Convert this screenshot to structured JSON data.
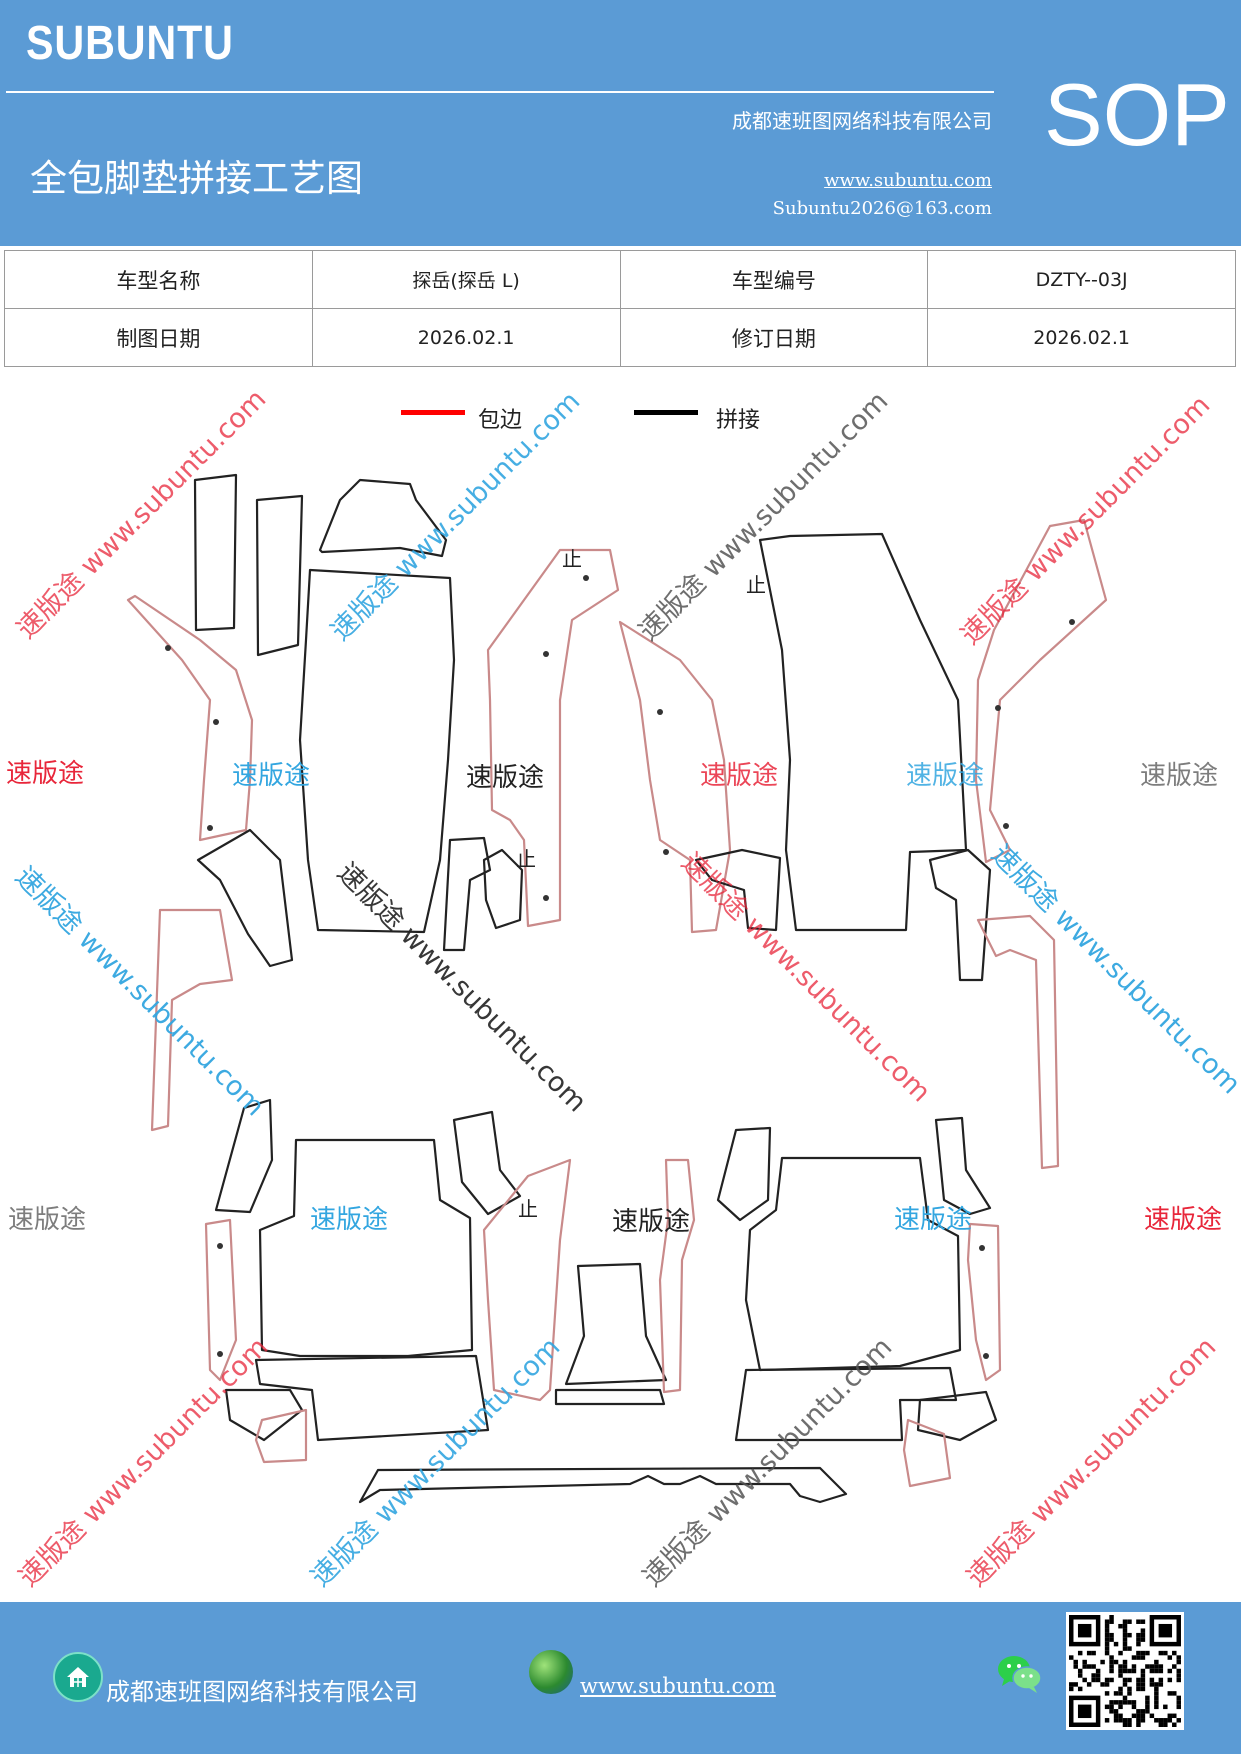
{
  "header": {
    "logo": "SUBUNTU",
    "company": "成都速班图网络科技有限公司",
    "title": "全包脚垫拼接工艺图",
    "url": "www.subuntu.com",
    "email": "Subuntu2026@163.com",
    "badge": "SOP"
  },
  "info": {
    "model_name_label": "车型名称",
    "model_name": "探岳(探岳 L)",
    "model_code_label": "车型编号",
    "model_code": "DZTY--03J",
    "draw_date_label": "制图日期",
    "draw_date": "2026.02.1",
    "revise_date_label": "修订日期",
    "revise_date": "2026.02.1"
  },
  "legend": {
    "edge_label": "包边",
    "edge_color": "#ff0000",
    "splice_label": "拼接",
    "splice_color": "#000000"
  },
  "figure": {
    "marker": "止",
    "brand": "速版途",
    "watermark": "速版途 www.subuntu.com"
  },
  "footer": {
    "company": "成都速班图网络科技有限公司",
    "url": "www.subuntu.com",
    "home_icon": "home-icon",
    "globe_icon": "globe-icon",
    "wechat_icon": "wechat-icon"
  },
  "colors": {
    "header_bg": "#5b9bd5",
    "brand_red": "#e8263a",
    "brand_blue": "#33a6e0",
    "brand_gray": "#7d7d7d"
  }
}
